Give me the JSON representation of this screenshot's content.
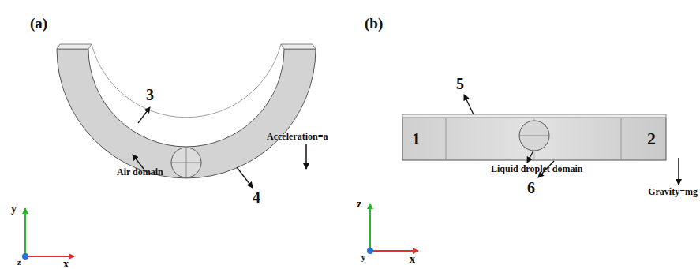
{
  "diagram": {
    "labels": [
      "(a)",
      "3",
      "Air domain",
      "4",
      "Acceleration=a",
      "y",
      "x",
      "z",
      "(b)",
      "5",
      "1",
      "2",
      "Liquid droplet domain",
      "6",
      "Gravity=mg",
      "z",
      "x",
      "y"
    ]
  }
}
